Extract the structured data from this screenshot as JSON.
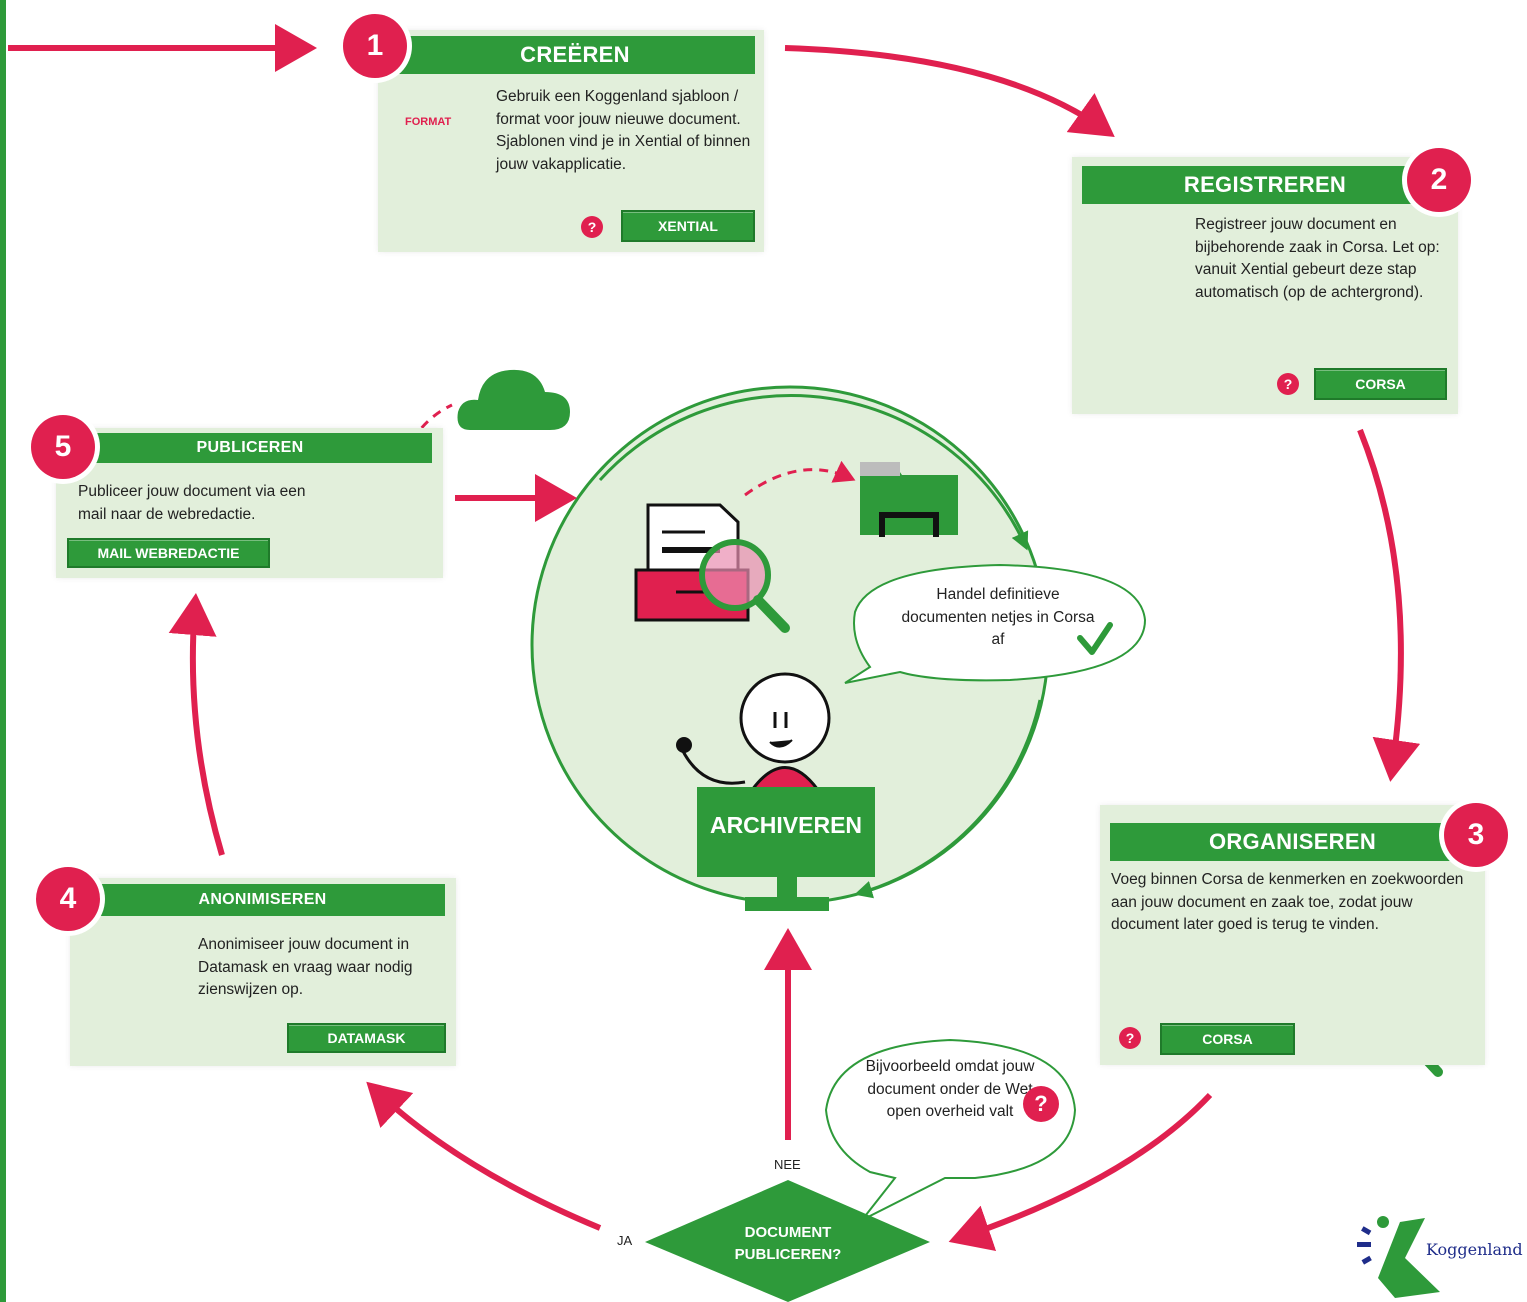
{
  "steps": {
    "s1": {
      "number": "1",
      "title": "CREËREN",
      "text": "Gebruik een Koggenland sjabloon / format voor jouw nieuwe document. Sjablonen vind je in Xential of binnen jouw vakapplicatie.",
      "button": "XENTIAL",
      "doc_label": "FORMAT"
    },
    "s2": {
      "number": "2",
      "title": "REGISTREREN",
      "text": "Registreer jouw document en bijbehorende zaak in Corsa. Let op: vanuit Xential gebeurt deze stap automatisch (op de achtergrond).",
      "button": "CORSA"
    },
    "s3": {
      "number": "3",
      "title": "ORGANISEREN",
      "text": "Voeg binnen Corsa de kenmerken en zoekwoorden aan jouw document en zaak toe, zodat jouw document later goed is terug te vinden.",
      "button": "CORSA"
    },
    "s4": {
      "number": "4",
      "title": "ANONIMISEREN",
      "text": "Anonimiseer jouw document in Datamask en vraag waar nodig zienswijzen op.",
      "button": "DATAMASK"
    },
    "s5": {
      "number": "5",
      "title": "PUBLICEREN",
      "text": "Publiceer jouw document via een mail naar de webredactie.",
      "button": "MAIL WEBREDACTIE"
    }
  },
  "center": {
    "archive_label": "ARCHIVEREN",
    "bubble_text": "Handel definitieve documenten netjes in Corsa af"
  },
  "decision": {
    "label": "DOCUMENT PUBLICEREN?",
    "yes": "JA",
    "no": "NEE",
    "bubble_text": "Bijvoorbeeld omdat jouw document onder de Wet open overheid valt"
  },
  "help_glyph": "?",
  "logo_text": "Koggenland",
  "colors": {
    "green": "#2e9a3a",
    "pink": "#e0204f",
    "card": "#e2efdb",
    "circle": "#e2efdb"
  }
}
